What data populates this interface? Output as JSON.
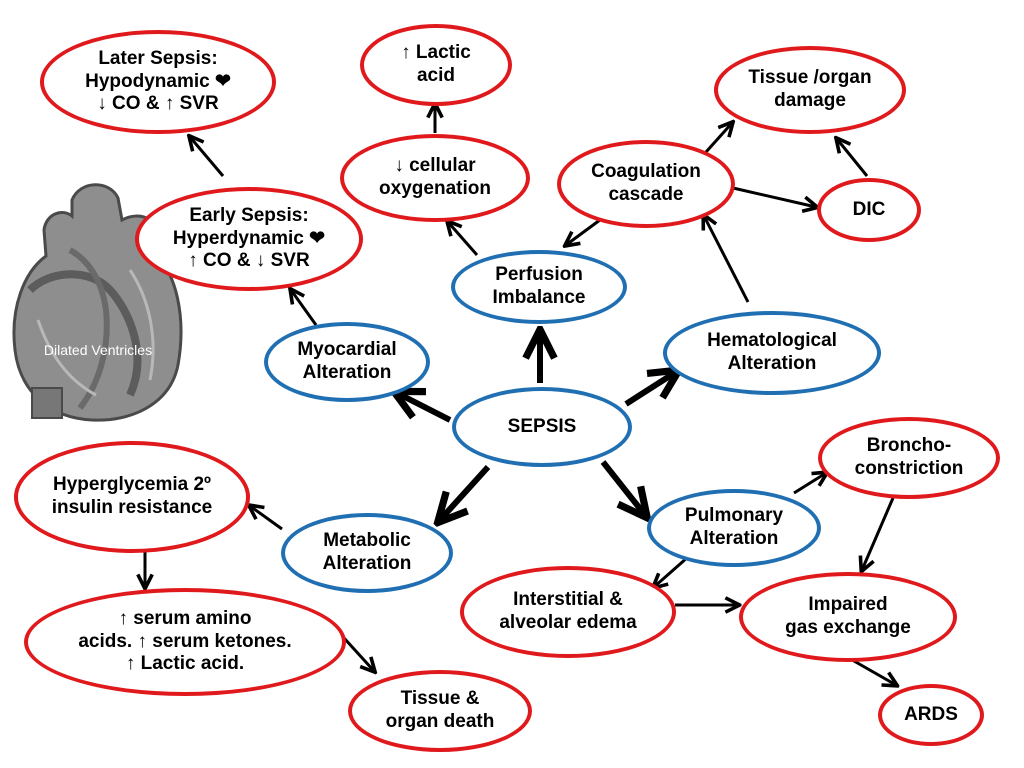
{
  "nodes": {
    "later_sepsis": "Later Sepsis:\nHypodynamic ❤\n↓ CO & ↑ SVR",
    "lactic_acid": "↑ Lactic\nacid",
    "tissue_organ_damage": "Tissue /organ\ndamage",
    "cellular_oxygenation": "↓ cellular\noxygenation",
    "coagulation_cascade": "Coagulation\ncascade",
    "dic": "DIC",
    "early_sepsis": "Early Sepsis:\nHyperdynamic ❤\n↑ CO & ↓ SVR",
    "perfusion_imbalance": "Perfusion\nImbalance",
    "myocardial_alteration": "Myocardial\nAlteration",
    "hematological_alteration": "Hematological\nAlteration",
    "sepsis": "SEPSIS",
    "broncho_constriction": "Broncho-\nconstriction",
    "hyperglycemia": "Hyperglycemia 2º\ninsulin resistance",
    "metabolic_alteration": "Metabolic\nAlteration",
    "pulmonary_alteration": "Pulmonary\nAlteration",
    "serum_amino": "↑ serum amino\nacids. ↑ serum ketones.\n↑ Lactic acid.",
    "interstitial_edema": "Interstitial &\nalveolar edema",
    "impaired_gas_exchange": "Impaired\ngas exchange",
    "tissue_organ_death": "Tissue &\norgan death",
    "ards": "ARDS"
  },
  "heart_image": {
    "caption": "Dilated Ventricles"
  },
  "colors": {
    "outcome_border": "#e0191c",
    "alteration_border": "#1f6fb2",
    "arrow": "#000000"
  }
}
